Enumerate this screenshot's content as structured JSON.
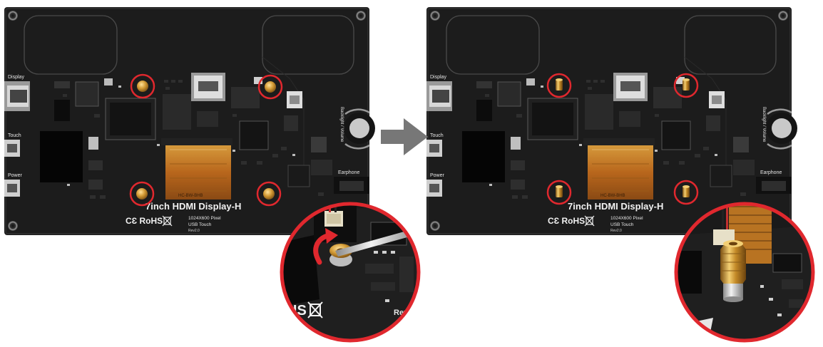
{
  "boards": [
    {
      "port_labels": {
        "display": "Display",
        "touch": "Touch",
        "power": "Power"
      },
      "side_label": "Backlight / Volume",
      "audio_label": "Earphone",
      "silk_title": "7inch HDMI Display-H",
      "silk_resolution": "1024X600 Pixel",
      "silk_touch": "USB Touch",
      "silk_rev": "Rev2.0",
      "cert": "CƐ RoHS",
      "flex_marking": "HC-BW-BHB"
    },
    {
      "port_labels": {
        "display": "Display",
        "touch": "Touch",
        "power": "Power"
      },
      "side_label": "Backlight / Volume",
      "audio_label": "Earphone",
      "silk_title": "7inch HDMI Display-H",
      "silk_resolution": "1024X600 Pixel",
      "silk_touch": "USB Touch",
      "silk_rev": "Rev2.0",
      "cert": "CƐ RoHS",
      "flex_marking": "HC-BW-BHB"
    }
  ],
  "zoom_left": {
    "cert_text": "HS",
    "corner_text": "Rev"
  },
  "colors": {
    "pcb": "#1b1b1b",
    "highlight": "#e0282e",
    "arrow": "#777777",
    "brass": "#c8902a",
    "flex": "#c87a2a"
  }
}
